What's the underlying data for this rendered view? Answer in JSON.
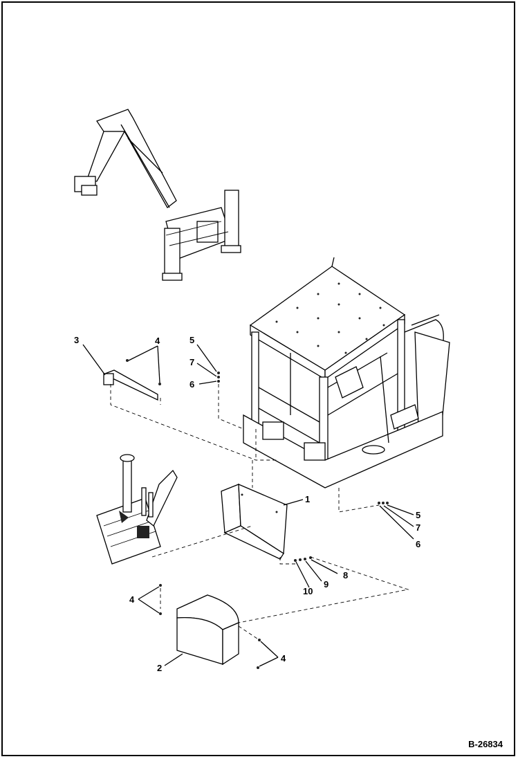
{
  "figure_id": "B-26834",
  "callouts": [
    {
      "id": "c1",
      "label": "1"
    },
    {
      "id": "c2",
      "label": "2"
    },
    {
      "id": "c3",
      "label": "3"
    },
    {
      "id": "c4a",
      "label": "4"
    },
    {
      "id": "c4b",
      "label": "4"
    },
    {
      "id": "c4c",
      "label": "4"
    },
    {
      "id": "c5a",
      "label": "5"
    },
    {
      "id": "c5b",
      "label": "5"
    },
    {
      "id": "c6a",
      "label": "6"
    },
    {
      "id": "c6b",
      "label": "6"
    },
    {
      "id": "c7a",
      "label": "7"
    },
    {
      "id": "c7b",
      "label": "7"
    },
    {
      "id": "c8",
      "label": "8"
    },
    {
      "id": "c9",
      "label": "9"
    },
    {
      "id": "c10",
      "label": "10"
    }
  ]
}
